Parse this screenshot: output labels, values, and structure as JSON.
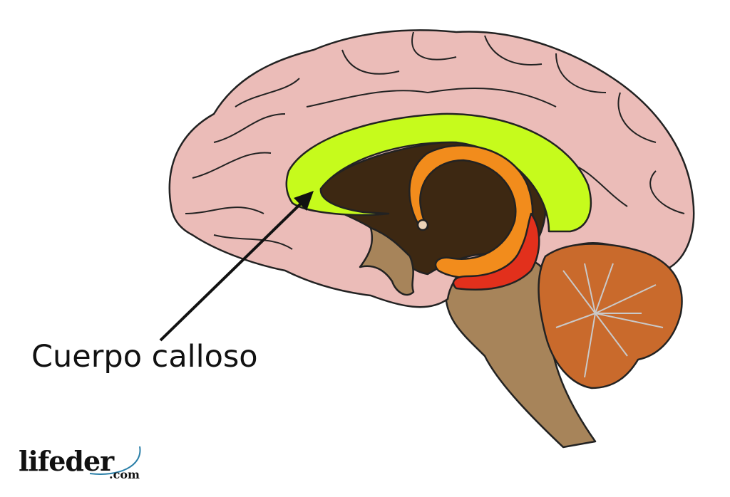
{
  "diagram": {
    "label": "Cuerpo calloso",
    "logo": {
      "name": "lifeder",
      "suffix": ".com"
    },
    "colors": {
      "cortex": "#ebbcb8",
      "corpus_callosum": "#c6fb1c",
      "ventricle": "#3d2812",
      "brainstem": "#a7845a",
      "cerebellum": "#c96a2c",
      "fornix": "#f28c1c",
      "red": "#e2301c"
    }
  }
}
